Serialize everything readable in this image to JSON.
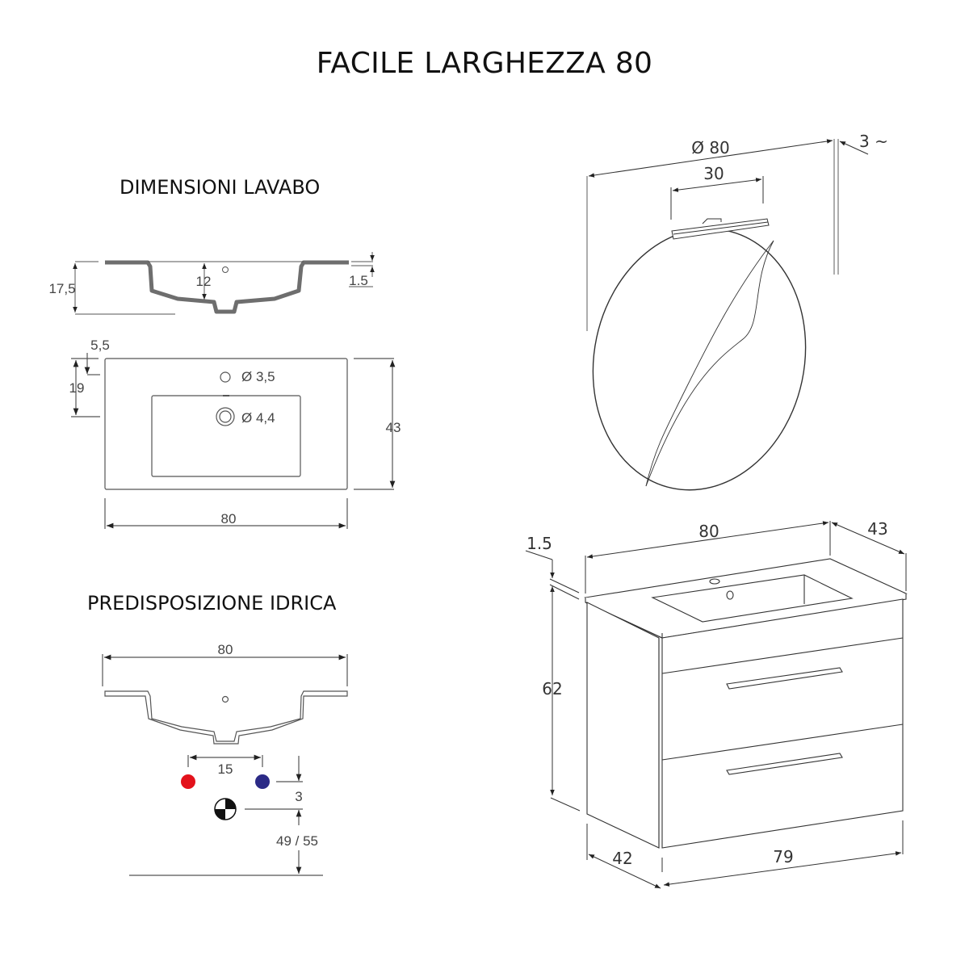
{
  "title": "FACILE LARGHEZZA 80",
  "sections": {
    "sink_dimensions": {
      "heading": "DIMENSIONI LAVABO",
      "side_view": {
        "total_height": "17,5",
        "basin_depth": "12",
        "rim_thickness": "1.5"
      },
      "top_view": {
        "faucet_offset": "5,5",
        "drain_offset": "19",
        "faucet_hole": "Ø 3,5",
        "drain_hole": "Ø 4,4",
        "depth": "43",
        "width": "80"
      }
    },
    "plumbing": {
      "heading": "PREDISPOSIZIONE IDRICA",
      "width": "80",
      "inlet_spacing": "15",
      "inlet_to_drain": "3",
      "drain_height": "49 / 55",
      "hot_color": "#e3121b",
      "cold_color": "#2b2a86"
    },
    "mirror": {
      "diameter": "Ø 80",
      "lamp_width": "30",
      "thickness": "3 ~"
    },
    "cabinet": {
      "width": "80",
      "depth": "43",
      "top_thickness": "1.5",
      "height": "62",
      "body_depth": "42",
      "body_width": "79"
    }
  }
}
